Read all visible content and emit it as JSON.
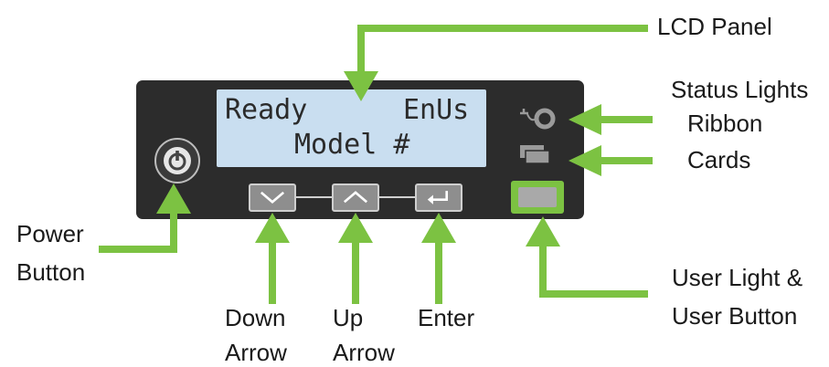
{
  "colors": {
    "panel": "#2c2c2c",
    "lcd": "#c9def0",
    "arrow": "#7cc242",
    "button": "#8e8e8e",
    "button_border": "#cfcfcf"
  },
  "lcd": {
    "line1_left": "Ready",
    "line1_right": "EnUs",
    "line2": "Model #"
  },
  "labels": {
    "lcd_panel": "LCD Panel",
    "status_lights": "Status Lights",
    "ribbon": "Ribbon",
    "cards": "Cards",
    "power_line1": "Power",
    "power_line2": "Button",
    "down_line1": "Down",
    "down_line2": "Arrow",
    "up_line1": "Up",
    "up_line2": "Arrow",
    "enter": "Enter",
    "user_line1": "User Light &",
    "user_line2": "User Button"
  },
  "icons": {
    "power": "power-icon",
    "down": "chevron-down-icon",
    "up": "chevron-up-icon",
    "enter": "enter-return-icon",
    "ribbon": "ribbon-status-icon",
    "cards": "cards-status-icon"
  }
}
